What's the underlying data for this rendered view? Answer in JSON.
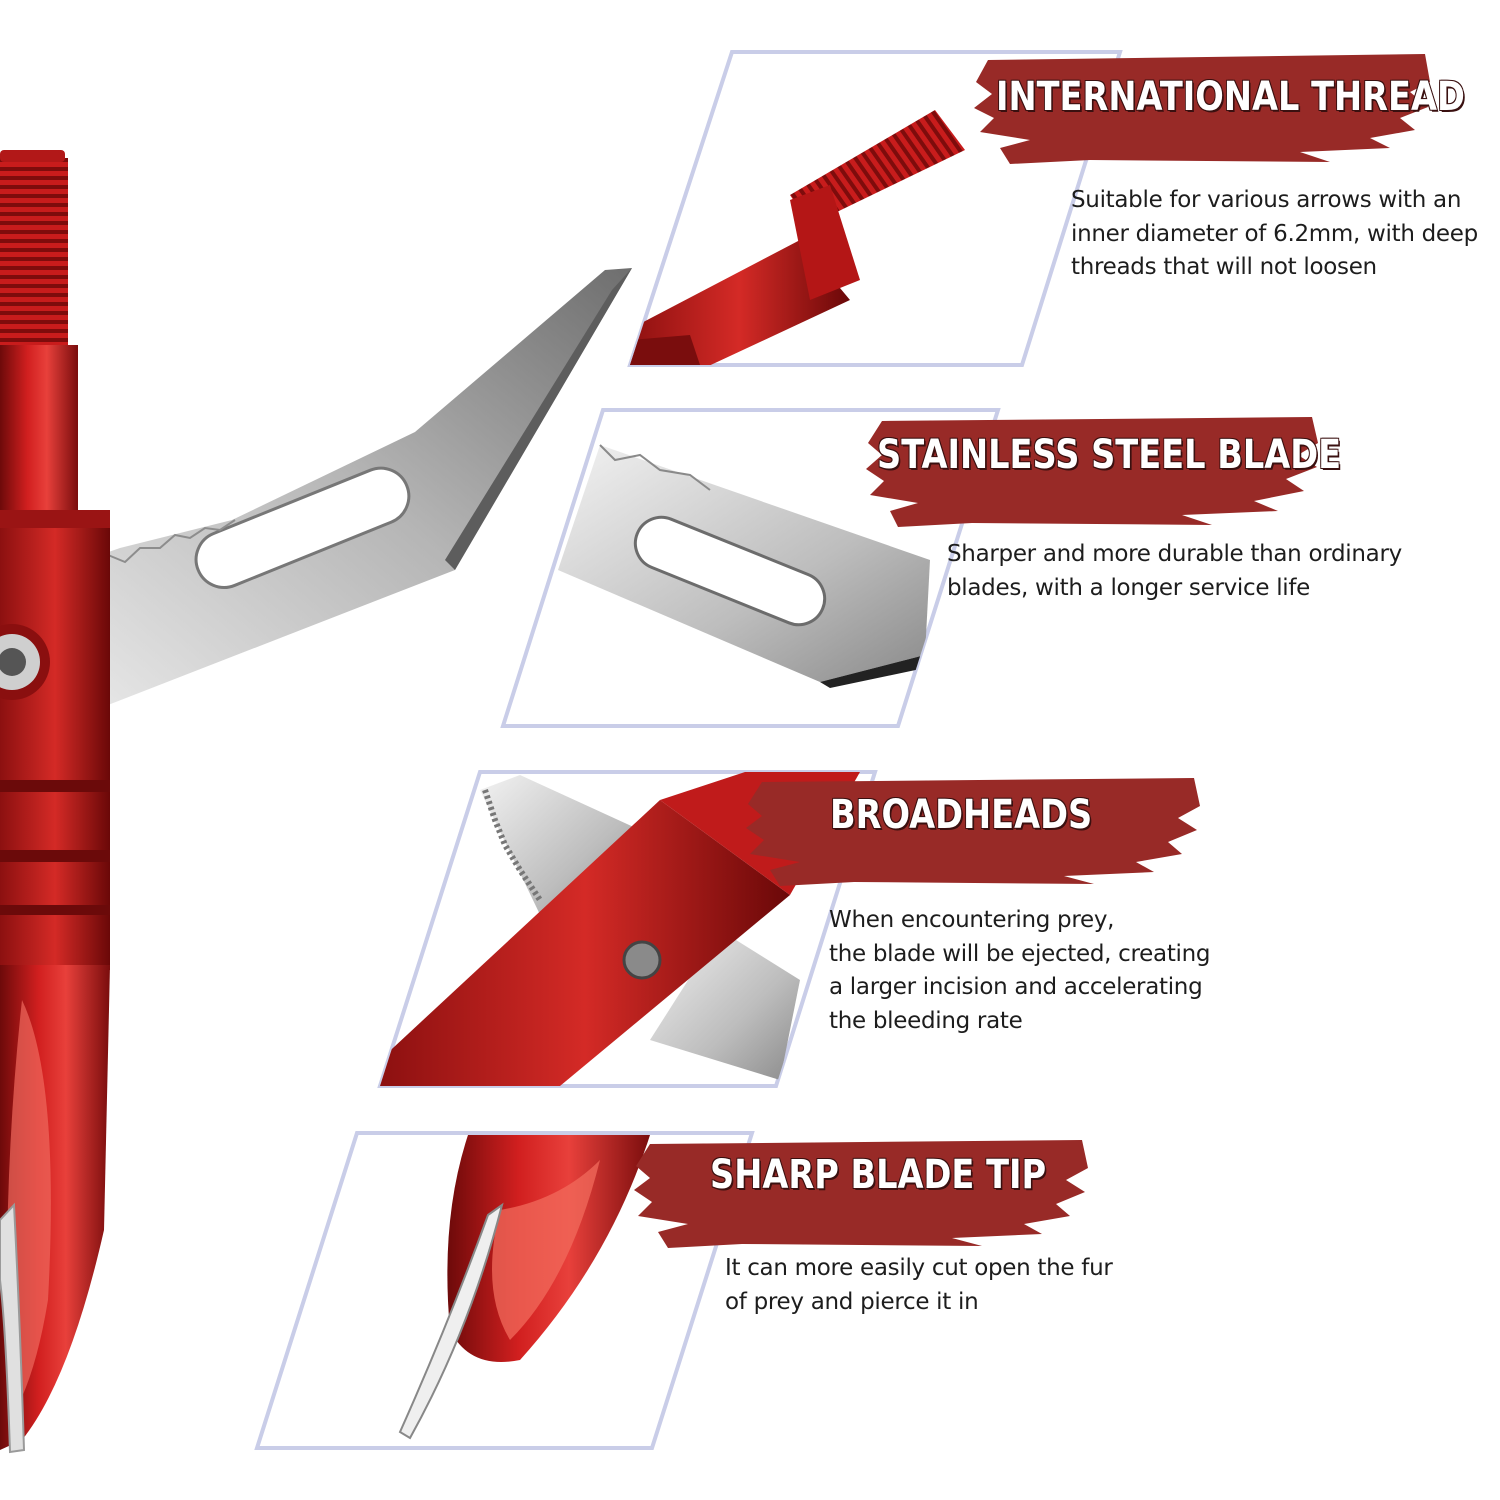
{
  "colors": {
    "brand_red": "#9b2b26",
    "brush_red": "#982a27",
    "metal_red": "#c11a1a",
    "steel": "#b9b9b9",
    "panel_border": "#c9cde8",
    "text_dark": "#1d1d1d"
  },
  "features": [
    {
      "title": "INTERNATIONAL THREAD",
      "description": [
        "Suitable for various arrows with an",
        "inner diameter of 6.2mm, with deep",
        "threads that will not loosen"
      ],
      "icon": "threaded-stud-icon"
    },
    {
      "title": "STAINLESS STEEL BLADE",
      "description": [
        "Sharper and more durable than ordinary",
        "blades, with a longer service life"
      ],
      "icon": "blade-icon"
    },
    {
      "title": "BROADHEADS",
      "description": [
        "When encountering prey,",
        "the blade will be ejected, creating",
        "a larger incision and accelerating",
        "the bleeding rate"
      ],
      "icon": "broadhead-icon"
    },
    {
      "title": "SHARP BLADE TIP",
      "description": [
        "It can more easily cut open the fur",
        "of prey and pierce it in"
      ],
      "icon": "blade-tip-icon"
    }
  ]
}
